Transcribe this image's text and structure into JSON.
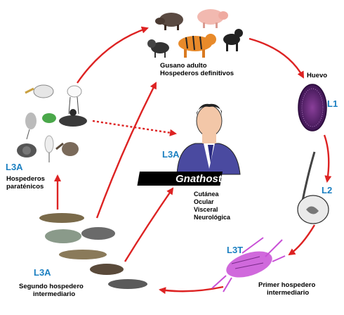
{
  "nodes": {
    "definitive_hosts": {
      "line1": "Gusano adulto",
      "line2": "Hospederos definitivos"
    },
    "egg": {
      "label": "Huevo",
      "stage": "L1"
    },
    "l2": {
      "stage": "L2"
    },
    "first_host": {
      "stage": "L3T",
      "line1": "Primer hospedero",
      "line2": "intermediario"
    },
    "second_host": {
      "stage": "L3A",
      "line1": "Segundo hospedero",
      "line2": "intermediario"
    },
    "paratenic": {
      "stage": "L3A",
      "line1": "Hospederos",
      "line2": "paraténicos"
    },
    "human": {
      "stage": "L3A"
    }
  },
  "disease": {
    "name": "Gnathostomosis",
    "forms": [
      "Cutánea",
      "Ocular",
      "Visceral",
      "Neurológica"
    ]
  },
  "colors": {
    "arrow": "#dd2222",
    "stage_text": "#1a7fc1",
    "disease_banner": "#000000",
    "copepod": "#c84fd6"
  }
}
